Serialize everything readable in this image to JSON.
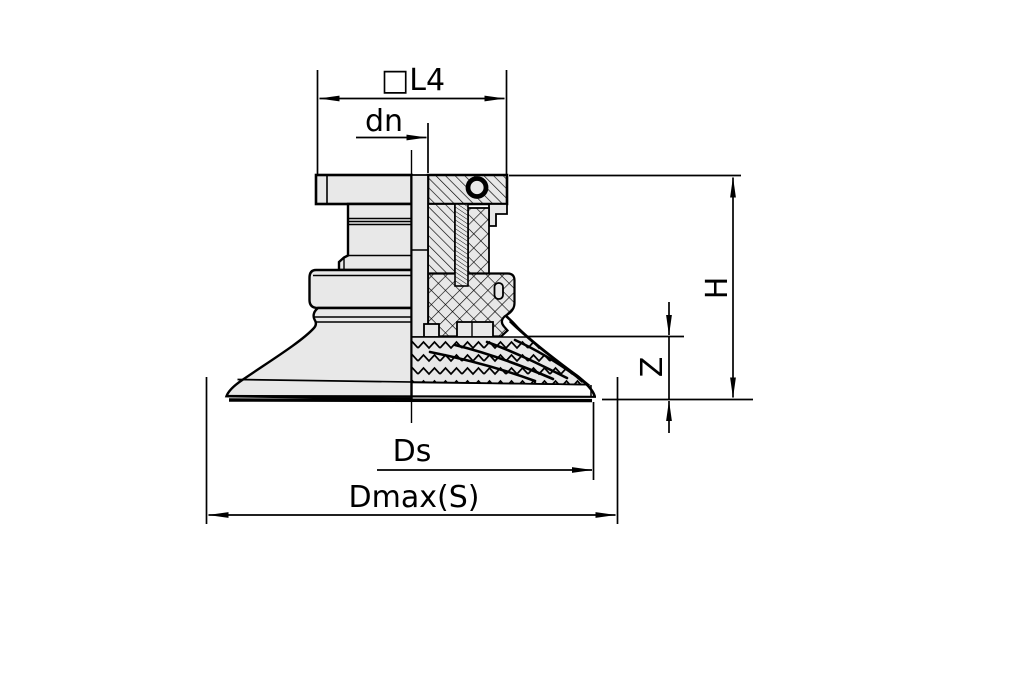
{
  "drawing": {
    "kind": "technical cross-section drawing of a flat suction cup with mounting flange",
    "colors": {
      "background": "#ffffff",
      "part_fill": "#e8e8e8",
      "line": "#000000"
    },
    "labels": {
      "l4": "□L4",
      "dn": "dn",
      "h": "H",
      "z": "Z",
      "ds": "Ds",
      "dmax": "Dmax(S)"
    }
  }
}
